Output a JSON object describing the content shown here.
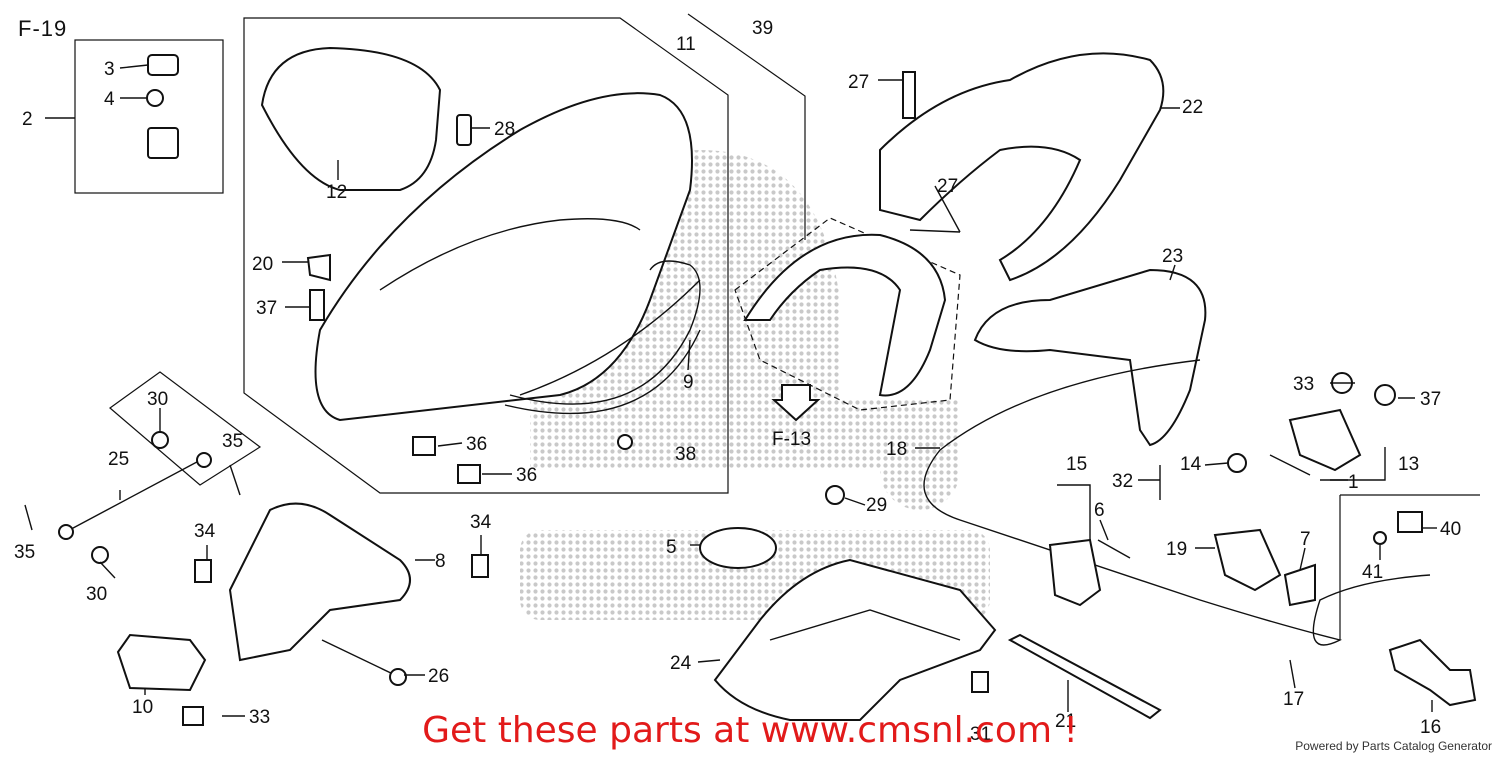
{
  "page_id": "F-19",
  "promo_text": "Get these parts at www.cmsnl.com !",
  "footer_text": "Powered by Parts Catalog Generator",
  "ref_label": "F-13",
  "colors": {
    "promo": "#e21a1a",
    "ink": "#111111",
    "watermark": "#c9c9c9"
  },
  "callouts": [
    {
      "id": "c2",
      "text": "2"
    },
    {
      "id": "c3",
      "text": "3"
    },
    {
      "id": "c4",
      "text": "4"
    },
    {
      "id": "c12",
      "text": "12"
    },
    {
      "id": "c28",
      "text": "28"
    },
    {
      "id": "c11",
      "text": "11"
    },
    {
      "id": "c39",
      "text": "39"
    },
    {
      "id": "c27a",
      "text": "27"
    },
    {
      "id": "c22",
      "text": "22"
    },
    {
      "id": "c27b",
      "text": "27"
    },
    {
      "id": "c20",
      "text": "20"
    },
    {
      "id": "c37a",
      "text": "37"
    },
    {
      "id": "c23",
      "text": "23"
    },
    {
      "id": "c9",
      "text": "9"
    },
    {
      "id": "c30a",
      "text": "30"
    },
    {
      "id": "c35a",
      "text": "35"
    },
    {
      "id": "c25",
      "text": "25"
    },
    {
      "id": "c36a",
      "text": "36"
    },
    {
      "id": "c38",
      "text": "38"
    },
    {
      "id": "c36b",
      "text": "36"
    },
    {
      "id": "c33a",
      "text": "33"
    },
    {
      "id": "c37b",
      "text": "37"
    },
    {
      "id": "c18",
      "text": "18"
    },
    {
      "id": "c14",
      "text": "14"
    },
    {
      "id": "c13",
      "text": "13"
    },
    {
      "id": "c15",
      "text": "15"
    },
    {
      "id": "c32",
      "text": "32"
    },
    {
      "id": "c1",
      "text": "1"
    },
    {
      "id": "c35b",
      "text": "35"
    },
    {
      "id": "c34a",
      "text": "34"
    },
    {
      "id": "c34b",
      "text": "34"
    },
    {
      "id": "c29",
      "text": "29"
    },
    {
      "id": "c6",
      "text": "6"
    },
    {
      "id": "c40",
      "text": "40"
    },
    {
      "id": "c8",
      "text": "8"
    },
    {
      "id": "c5",
      "text": "5"
    },
    {
      "id": "c19",
      "text": "19"
    },
    {
      "id": "c7",
      "text": "7"
    },
    {
      "id": "c41",
      "text": "41"
    },
    {
      "id": "c30b",
      "text": "30"
    },
    {
      "id": "c26",
      "text": "26"
    },
    {
      "id": "c24",
      "text": "24"
    },
    {
      "id": "c10",
      "text": "10"
    },
    {
      "id": "c33b",
      "text": "33"
    },
    {
      "id": "c21",
      "text": "21"
    },
    {
      "id": "c17",
      "text": "17"
    },
    {
      "id": "c16",
      "text": "16"
    },
    {
      "id": "c31",
      "text": "31"
    }
  ]
}
